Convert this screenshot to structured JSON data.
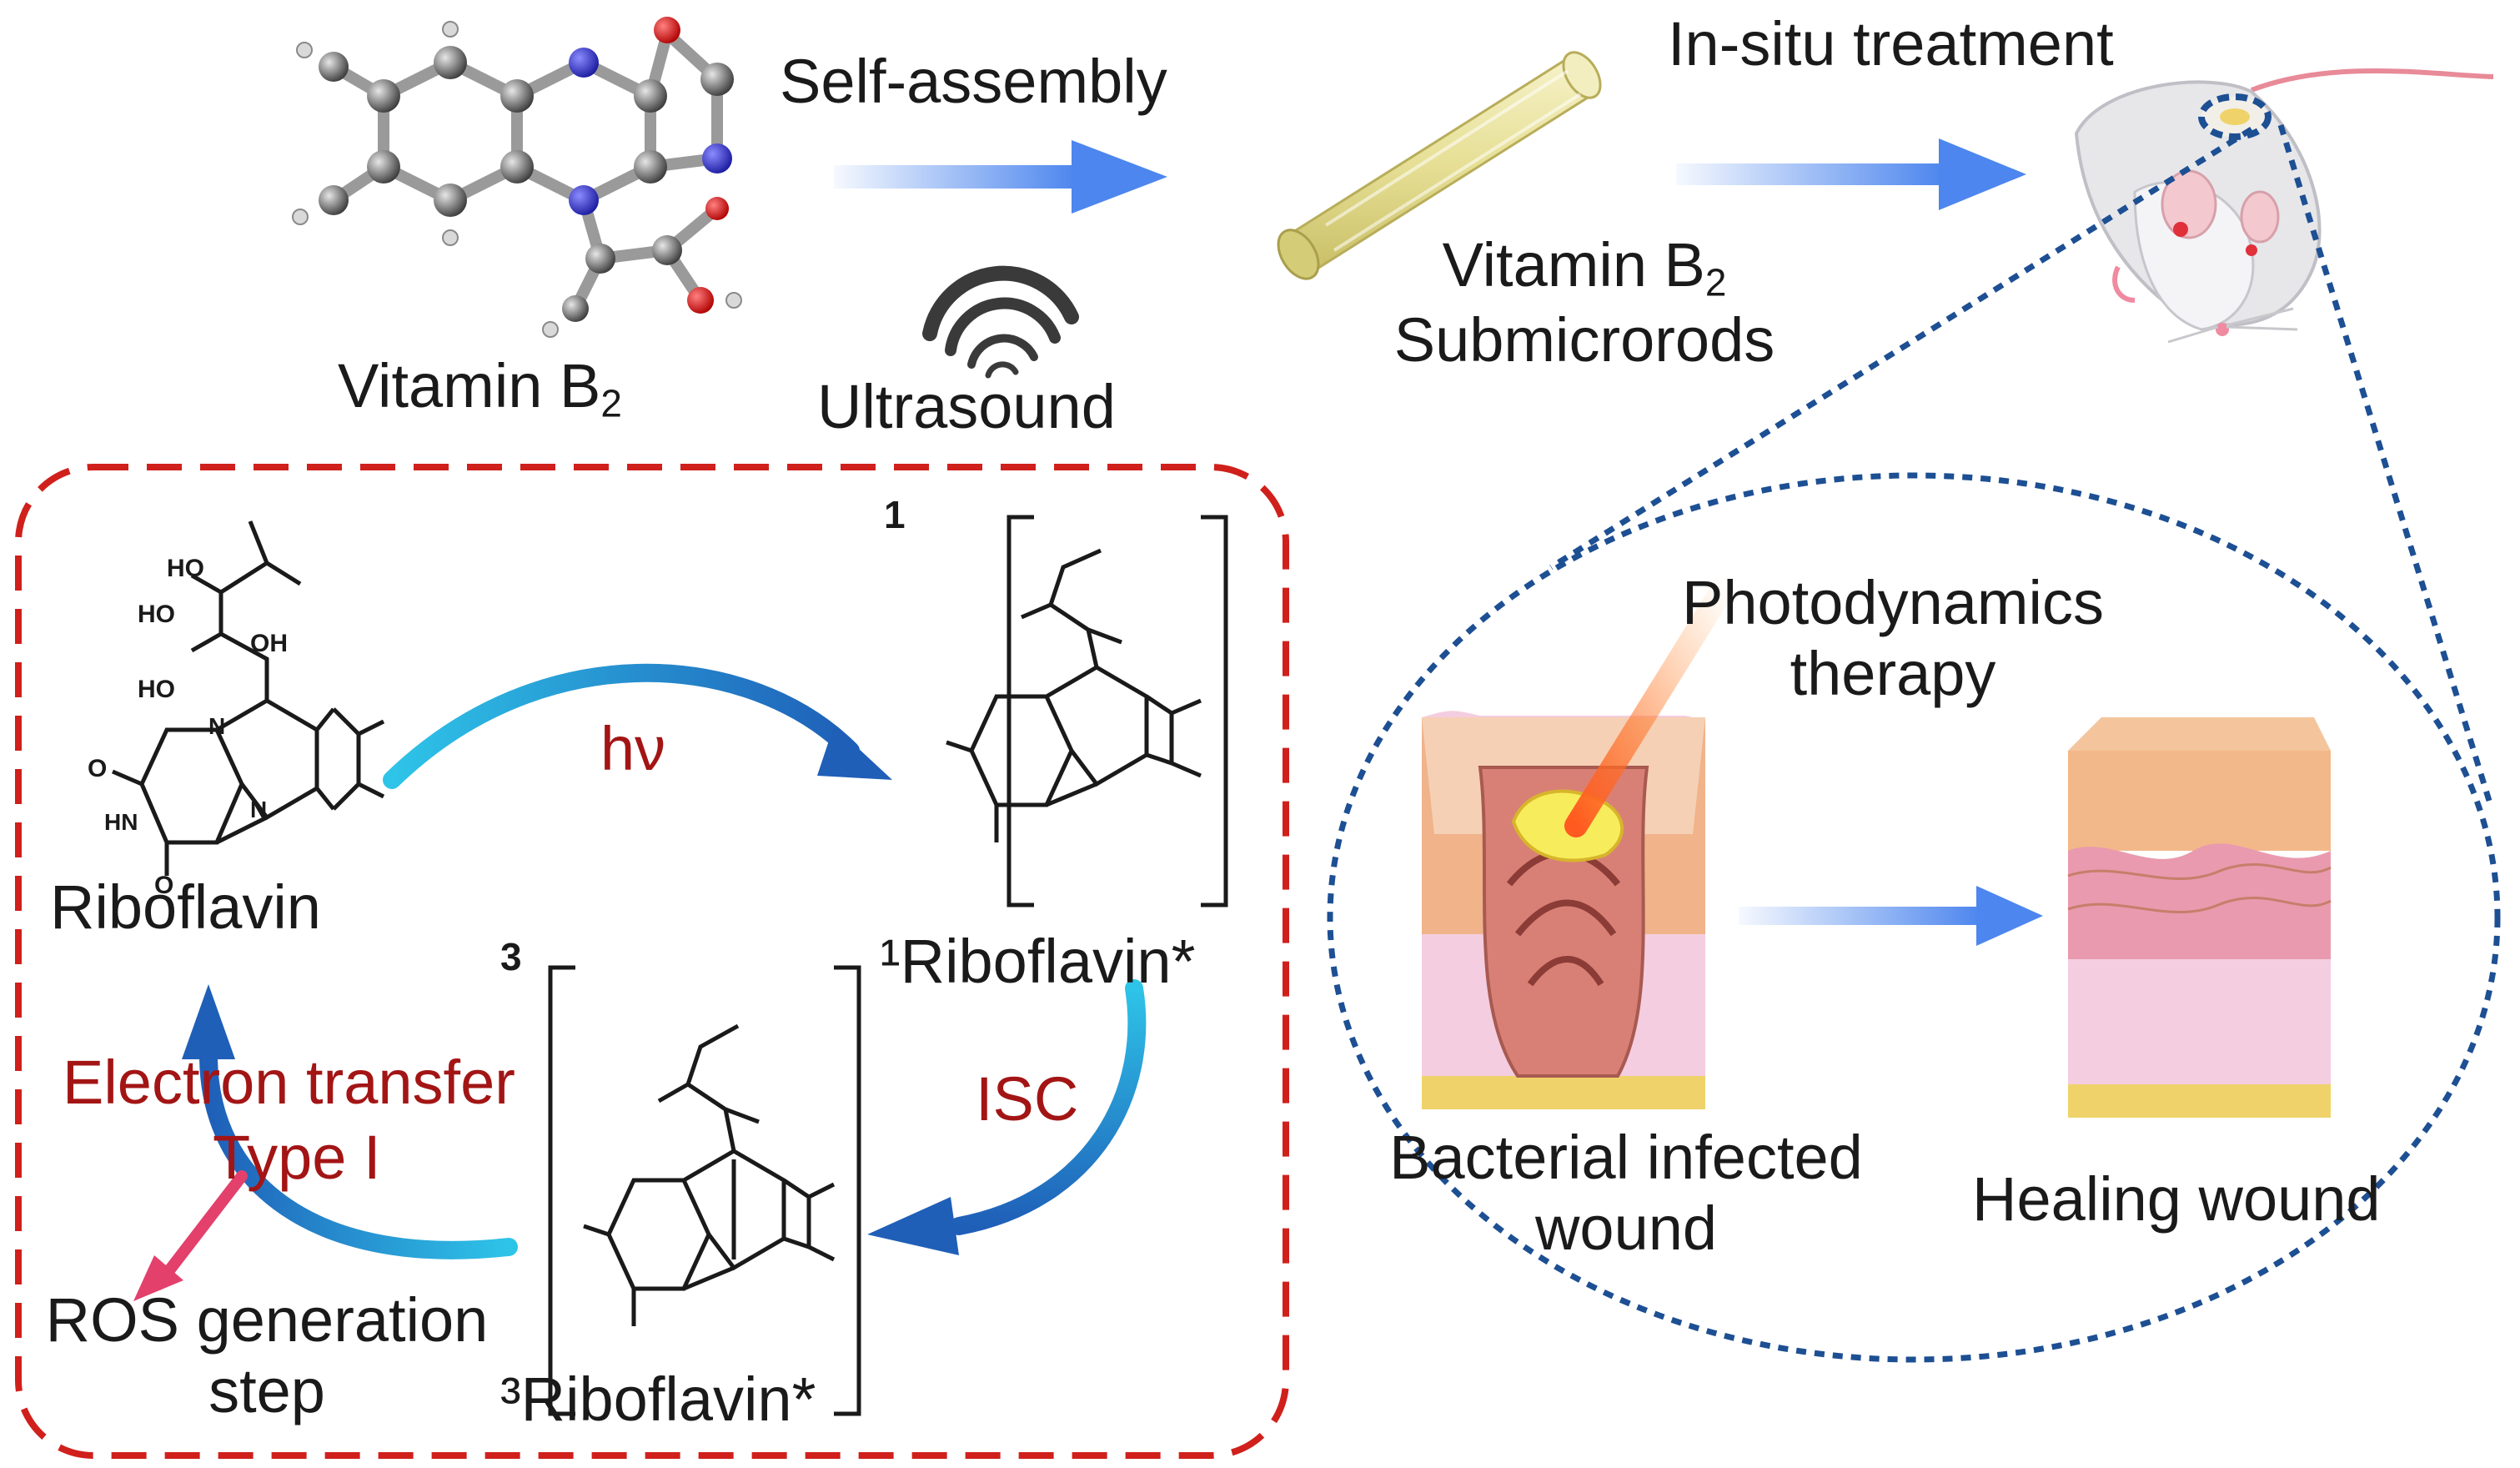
{
  "colors": {
    "arrow_blue": "#4d86ee",
    "cycle_cyan": "#2ec4e8",
    "cycle_deep": "#1f5fb8",
    "dash_red": "#d0201c",
    "dot_blue": "#1d4f93",
    "label_red": "#a31515",
    "rod_yellow": "#ece6a4",
    "skin_pink": "#f4cde0",
    "wound_red": "#d98076",
    "fat_yellow": "#efd36a",
    "ros_pink": "#e3406c"
  },
  "top": {
    "vitamin_b2": "Vitamin B",
    "vitamin_b2_sub": "2",
    "self_assembly": "Self-assembly",
    "ultrasound": "Ultrasound",
    "rods_line1": "Vitamin B",
    "rods_line1_sub": "2",
    "rods_line2": "Submicrorods",
    "insitu": "In-situ treatment"
  },
  "cycle": {
    "riboflavin": "Riboflavin",
    "hv": "hν",
    "singlet_bracket": "1",
    "singlet": "¹Riboflavin*",
    "isc": "ISC",
    "triplet_bracket": "3",
    "triplet": "³Riboflavin*",
    "electron_transfer": "Electron transfer",
    "type1": "Type I",
    "ros_line1": "ROS generation",
    "ros_line2": "step"
  },
  "molecule": {
    "oh1": "HO",
    "oh2": "HO",
    "oh3": "HO",
    "oh4": "OH",
    "o1": "O",
    "o2": "O",
    "nh": "HN",
    "n1": "N",
    "n2": "N"
  },
  "therapy": {
    "pdt_line1": "Photodynamics",
    "pdt_line2": "therapy",
    "infected_line1": "Bacterial infected",
    "infected_line2": "wound",
    "healing": "Healing wound"
  }
}
